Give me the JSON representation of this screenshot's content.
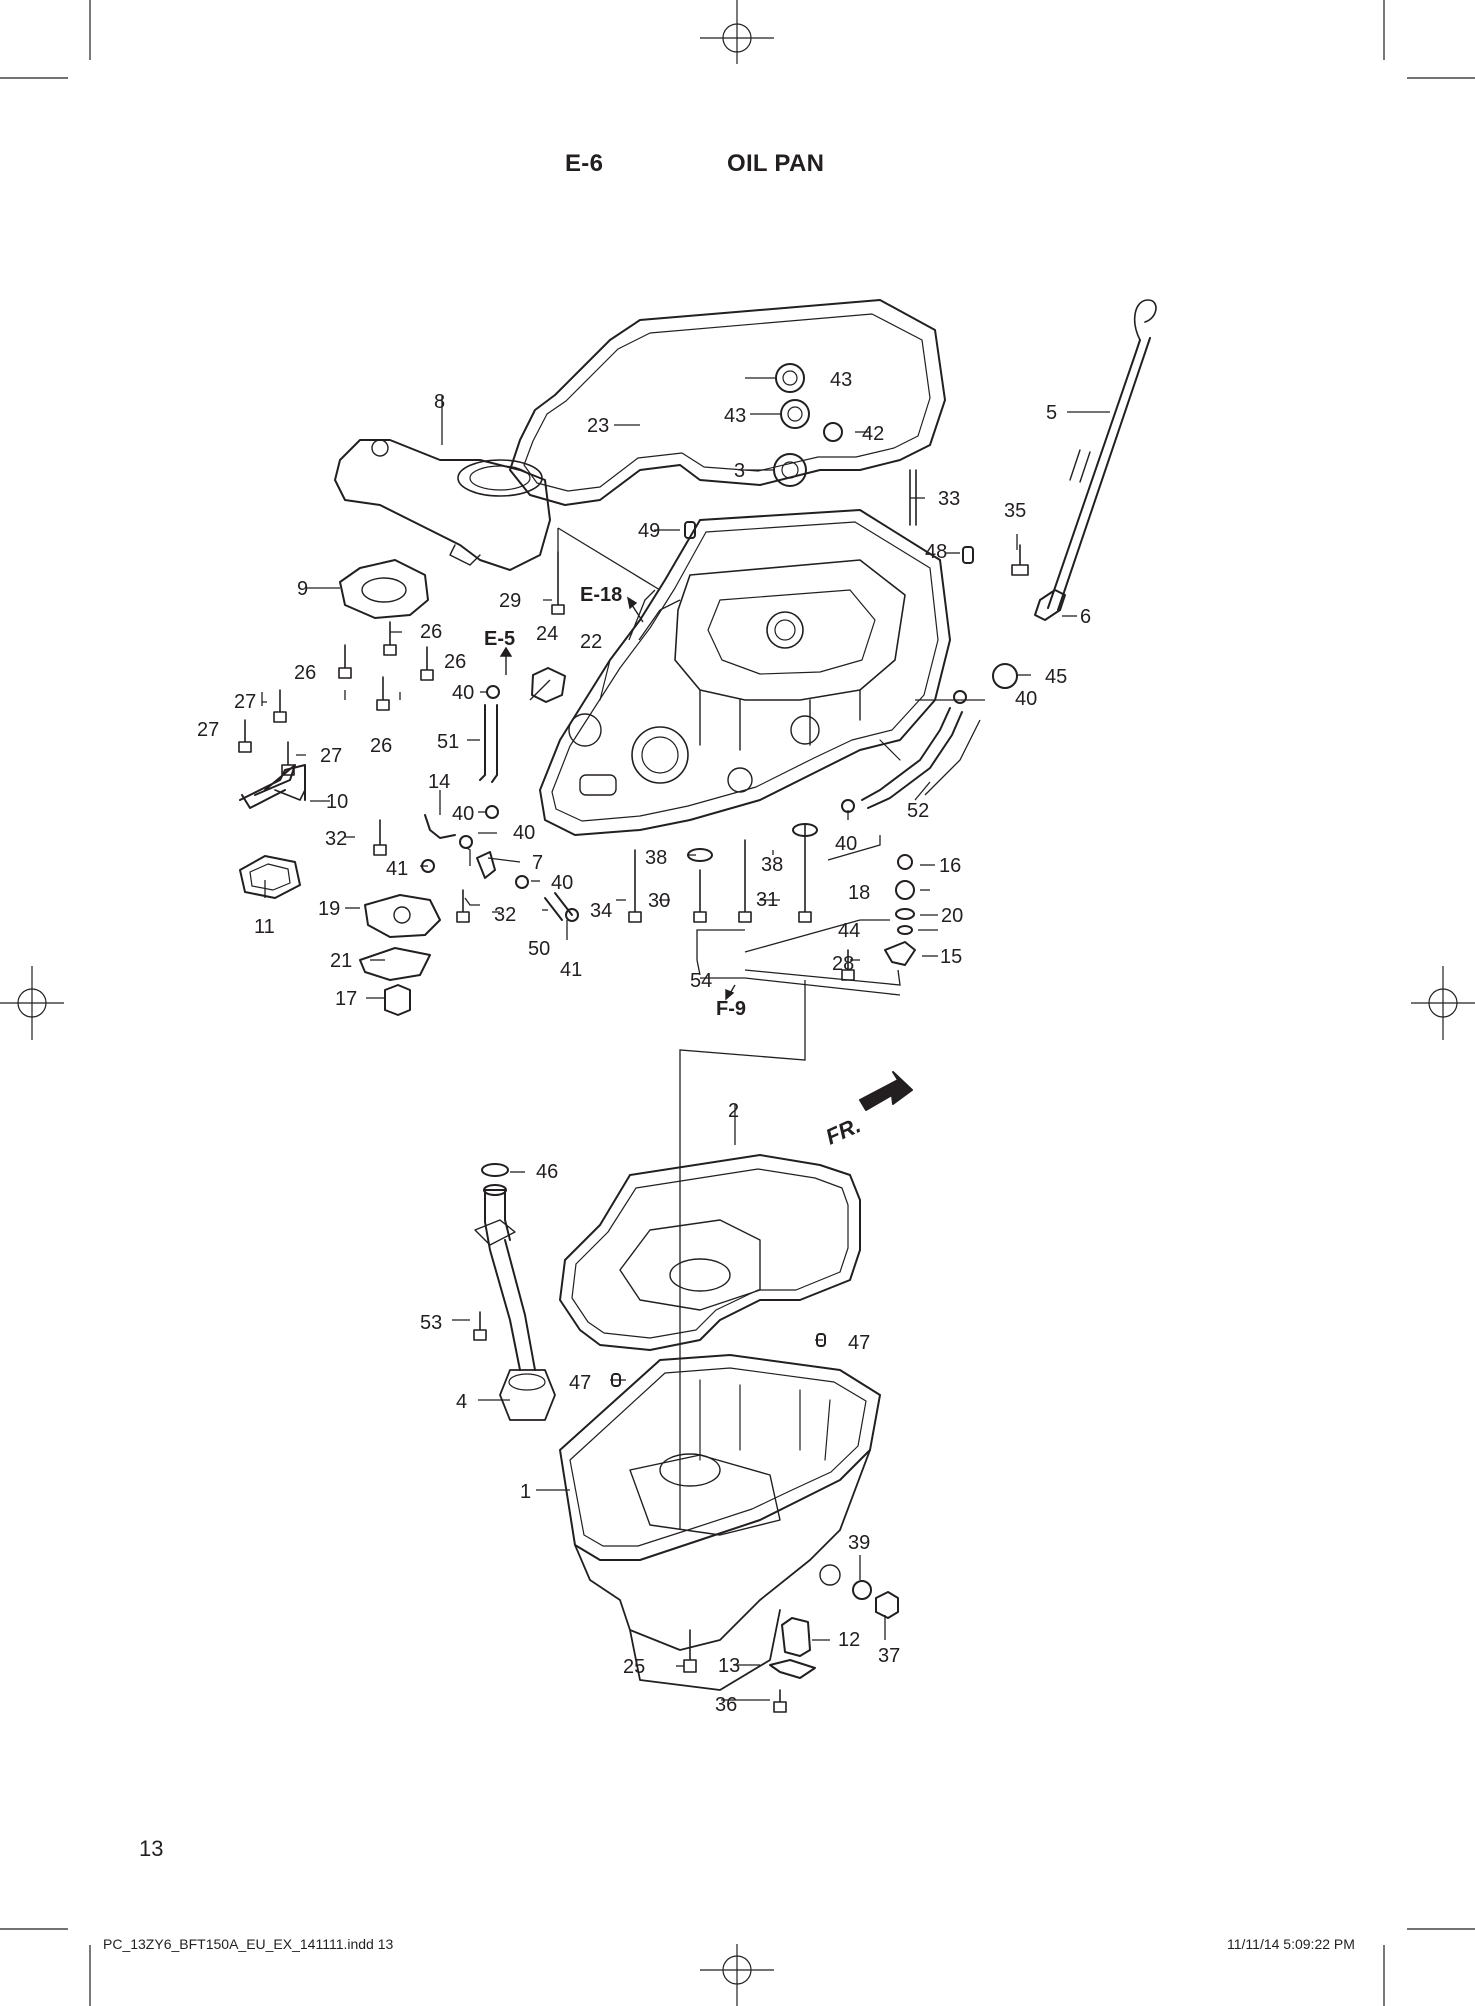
{
  "header": {
    "section_code": "E-6",
    "section_title": "OIL PAN"
  },
  "page_number": "13",
  "slug": {
    "file": "PC_13ZY6_BFT150A_EU_EX_141111.indd   13",
    "timestamp": "11/11/14   5:09:22 PM"
  },
  "direction": {
    "label": "FR."
  },
  "references": {
    "e18": "E-18",
    "e5": "E-5",
    "f9": "F-9"
  },
  "callouts": [
    "1",
    "2",
    "3",
    "4",
    "5",
    "6",
    "8",
    "9",
    "10",
    "11",
    "12",
    "13",
    "14",
    "15",
    "16",
    "17",
    "18",
    "19",
    "20",
    "21",
    "22",
    "23",
    "24",
    "25",
    "26",
    "27",
    "28",
    "29",
    "30",
    "31",
    "32",
    "33",
    "34",
    "35",
    "36",
    "37",
    "38",
    "39",
    "40",
    "41",
    "42",
    "43",
    "44",
    "45",
    "46",
    "47",
    "48",
    "49",
    "50",
    "51",
    "52",
    "53",
    "54",
    "7"
  ]
}
